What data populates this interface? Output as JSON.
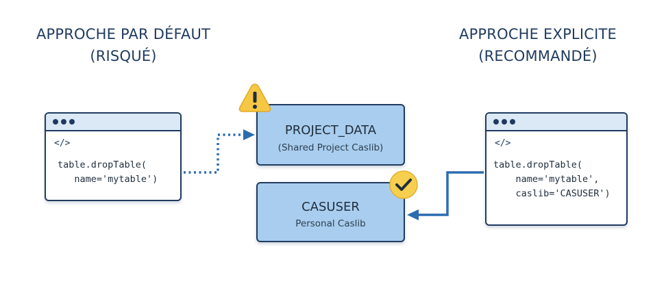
{
  "left_panel": {
    "heading_line1": "APPROCHE PAR DÉFAUT",
    "heading_line2": "(RISQUÉ)",
    "code_tag": "</>",
    "code_line1": "table.dropTable(",
    "code_line2": "   name='mytable')"
  },
  "right_panel": {
    "heading_line1": "APPROCHE EXPLICITE",
    "heading_line2": "(RECOMMANDÉ)",
    "code_tag": "</>",
    "code_line1": "table.dropTable(",
    "code_line2": "    name='mytable',",
    "code_line3": "    caslib='CASUSER')"
  },
  "project_box": {
    "title": "PROJECT_DATA",
    "subtitle": "(Shared Project Caslib)",
    "badge_icon": "warning-icon"
  },
  "casuser_box": {
    "title": "CASUSER",
    "subtitle": "Personal Caslib",
    "badge_icon": "checkmark-icon"
  },
  "colors": {
    "navy": "#1f3a5f",
    "box_fill": "#a9cdee",
    "titlebar_fill": "#dbe8f6",
    "arrow_blue": "#2b6cb0",
    "warning_yellow": "#f6c744",
    "check_yellow": "#f7cf4e"
  }
}
